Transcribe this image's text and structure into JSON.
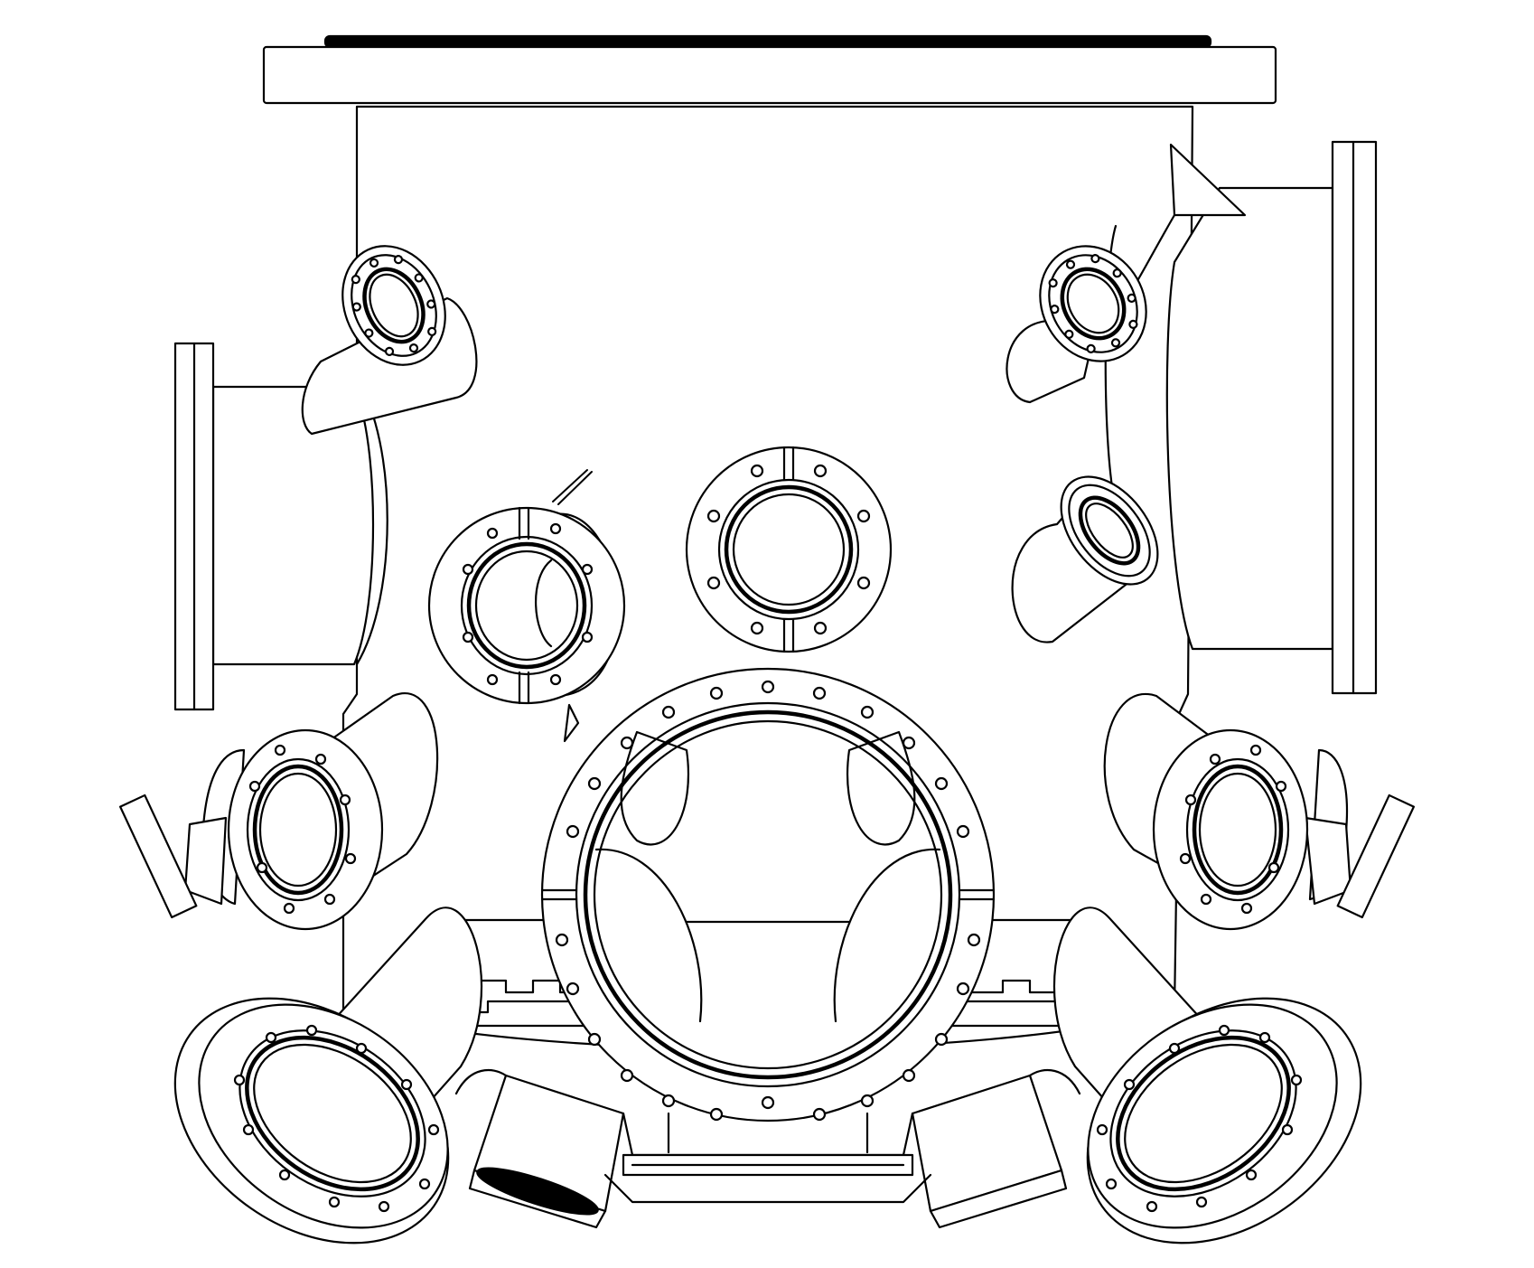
{
  "diagram": {
    "kind": "line-drawing",
    "line_color": "#000000",
    "background": "#ffffff",
    "parts": [
      {
        "id": "top-lid-flange",
        "label": ""
      },
      {
        "id": "chamber-body",
        "label": ""
      },
      {
        "id": "left-side-port",
        "label": ""
      },
      {
        "id": "right-side-port",
        "label": ""
      },
      {
        "id": "upper-left-angled-port",
        "label": ""
      },
      {
        "id": "upper-right-angled-port",
        "label": ""
      },
      {
        "id": "center-left-viewport",
        "label": ""
      },
      {
        "id": "center-top-viewport",
        "label": ""
      },
      {
        "id": "right-mid-angled-port",
        "label": ""
      },
      {
        "id": "main-front-port",
        "label": ""
      },
      {
        "id": "lower-left-angled-port",
        "label": ""
      },
      {
        "id": "lower-right-angled-port",
        "label": ""
      },
      {
        "id": "bottom-left-large-port",
        "label": ""
      },
      {
        "id": "bottom-right-large-port",
        "label": ""
      },
      {
        "id": "bottom-center-ports",
        "label": ""
      },
      {
        "id": "base-plate",
        "label": ""
      }
    ]
  }
}
